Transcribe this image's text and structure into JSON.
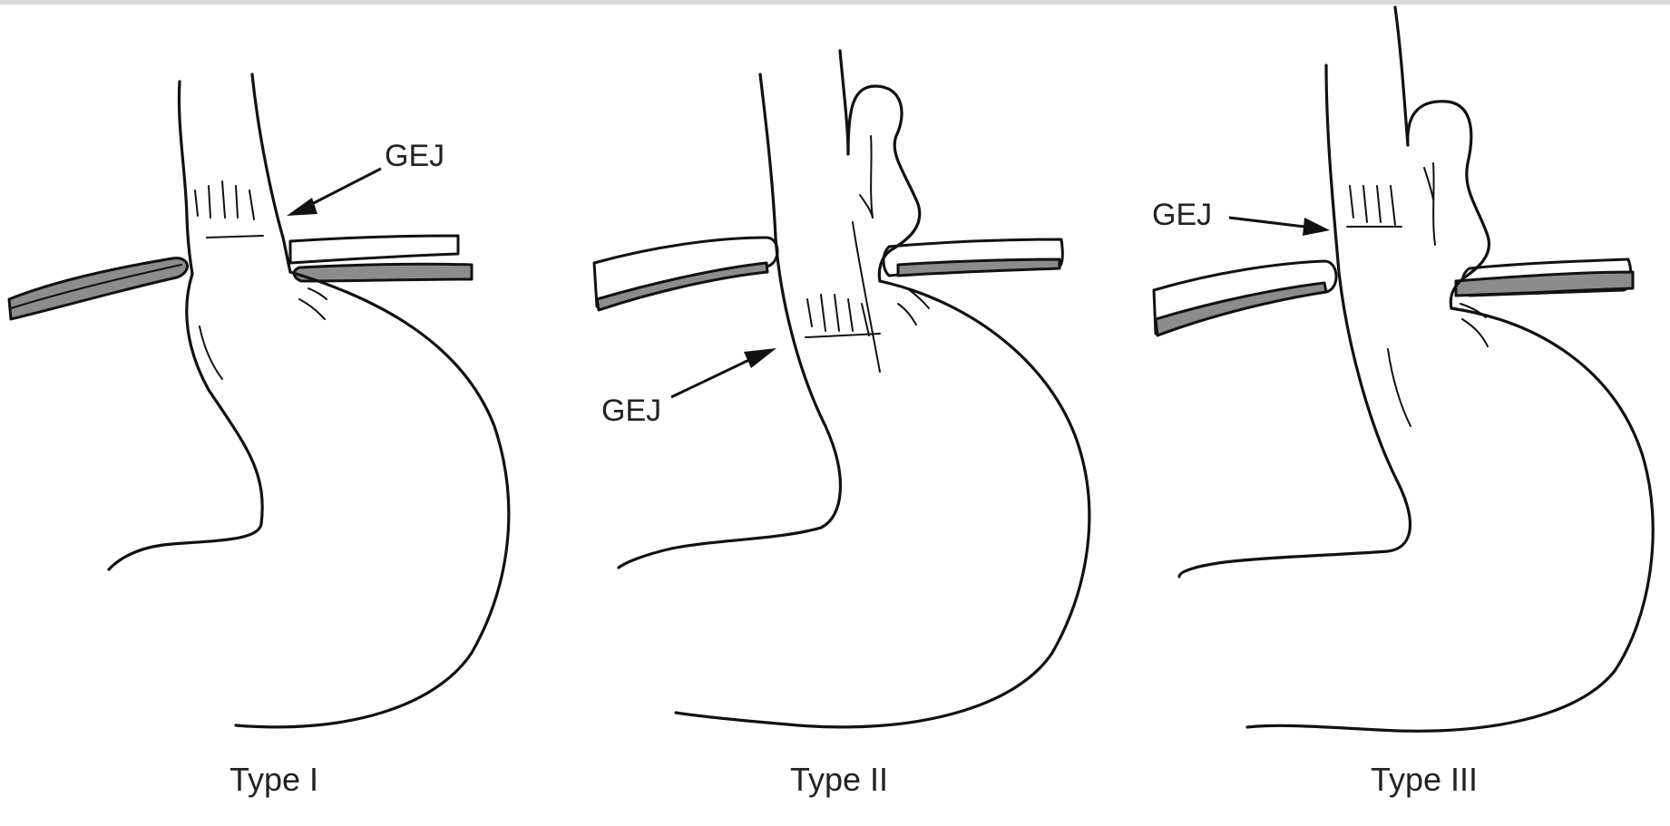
{
  "panels": [
    {
      "id": "type-1",
      "caption": "Type I",
      "gej_label": "GEJ"
    },
    {
      "id": "type-2",
      "caption": "Type II",
      "gej_label": "GEJ"
    },
    {
      "id": "type-3",
      "caption": "Type III",
      "gej_label": "GEJ"
    }
  ],
  "colors": {
    "line": "#111111",
    "diaphragm_fill": "#8c8c8c",
    "background": "#ffffff"
  }
}
